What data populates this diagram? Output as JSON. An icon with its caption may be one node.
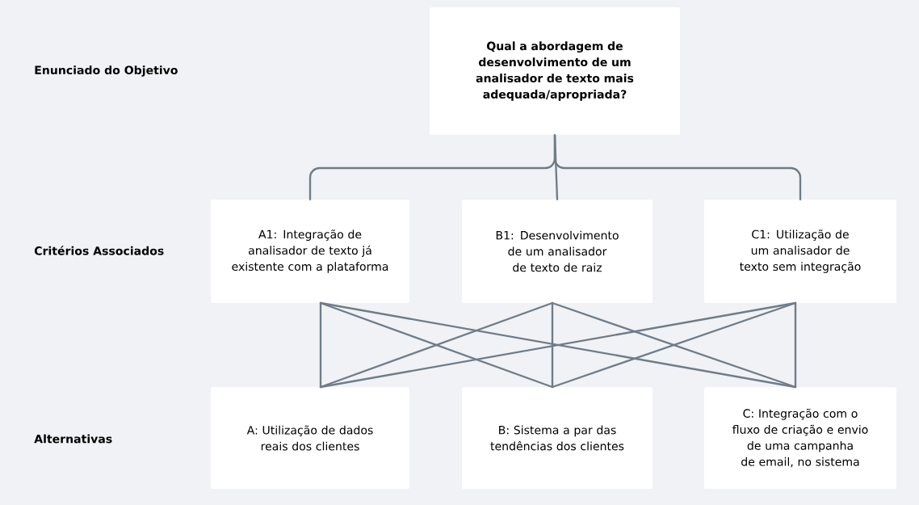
{
  "diagram": {
    "nodes": [
      {
        "text": [
          "Qual a abordagem de desenvolvimento de um analisador de texto mais adequada/apropriada?"
        ]
      },
      {
        "text": [
          "A1: Integração de analisador de texto já existente com a plataforma"
        ]
      },
      {
        "text": [
          "B1: Desenvolvimento de um analisador de texto de raiz"
        ]
      },
      {
        "text": [
          "C1: Utilização de um analisador de texto sem integração"
        ]
      },
      {
        "text": [
          "A: Utilização de dados reais dos clientes"
        ]
      },
      {
        "text": [
          "B: Sistema a par das tendências dos clientes"
        ]
      },
      {
        "text": [
          "C: Integração com o fluxo de criação e envio de uma campanha de email, no sistema"
        ]
      }
    ],
    "edges": [
      {
        "from": 0,
        "to": 1,
        "arrow": "none"
      },
      {
        "from": 0,
        "to": 2,
        "arrow": "none"
      },
      {
        "from": 0,
        "to": 3,
        "arrow": "none"
      },
      {
        "from": 1,
        "to": 4,
        "arrow": "none"
      },
      {
        "from": 1,
        "to": 5,
        "arrow": "none"
      },
      {
        "from": 1,
        "to": 6,
        "arrow": "none"
      },
      {
        "from": 2,
        "to": 4,
        "arrow": "none"
      },
      {
        "from": 2,
        "to": 5,
        "arrow": "none"
      },
      {
        "from": 2,
        "to": 6,
        "arrow": "none"
      },
      {
        "from": 3,
        "to": 4,
        "arrow": "none"
      },
      {
        "from": 3,
        "to": 5,
        "arrow": "none"
      },
      {
        "from": 3,
        "to": 6,
        "arrow": "none"
      }
    ],
    "labels": [
      "Enunciado do Objetivo",
      "Critérios Associados",
      "Alternativas"
    ]
  }
}
